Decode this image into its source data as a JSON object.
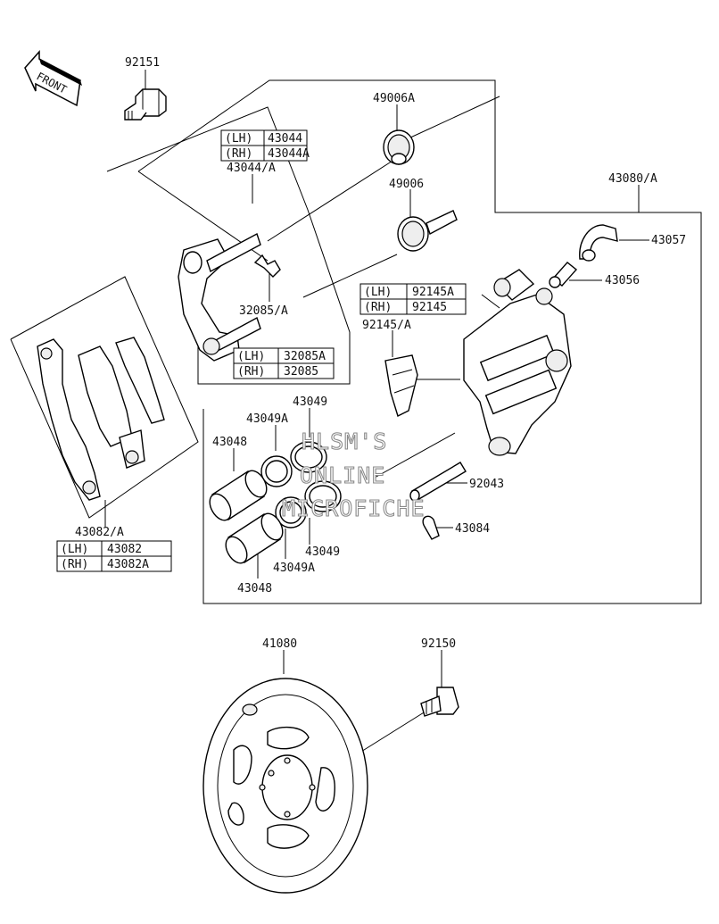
{
  "front_arrow": {
    "label": "FRONT"
  },
  "labels": {
    "p92151": "92151",
    "p49006A": "49006A",
    "p43044A": "43044/A",
    "p49006": "49006",
    "p43080A": "43080/A",
    "p43057": "43057",
    "p43056": "43056",
    "p32085A": "32085/A",
    "p92145A": "92145/A",
    "p43049_top": "43049",
    "p43049A_top": "43049A",
    "p43048_top": "43048",
    "p92043": "92043",
    "p43084": "43084",
    "p43049_bot": "43049",
    "p43049A_bot": "43049A",
    "p43048_bot": "43048",
    "p43082A": "43082/A",
    "p41080": "41080",
    "p92150": "92150"
  },
  "tables": {
    "t43044": {
      "lh": "(LH)",
      "lh_num": "43044",
      "rh": "(RH)",
      "rh_num": "43044A"
    },
    "t32085": {
      "lh": "(LH)",
      "lh_num": "32085A",
      "rh": "(RH)",
      "rh_num": "32085"
    },
    "t92145": {
      "lh": "(LH)",
      "lh_num": "92145A",
      "rh": "(RH)",
      "rh_num": "92145"
    },
    "t43082": {
      "lh": "(LH)",
      "lh_num": "43082",
      "rh": "(RH)",
      "rh_num": "43082A"
    }
  },
  "watermark": {
    "line1": "HLSM'S",
    "line2": "ONLINE",
    "line3": "MICROFICHE"
  }
}
